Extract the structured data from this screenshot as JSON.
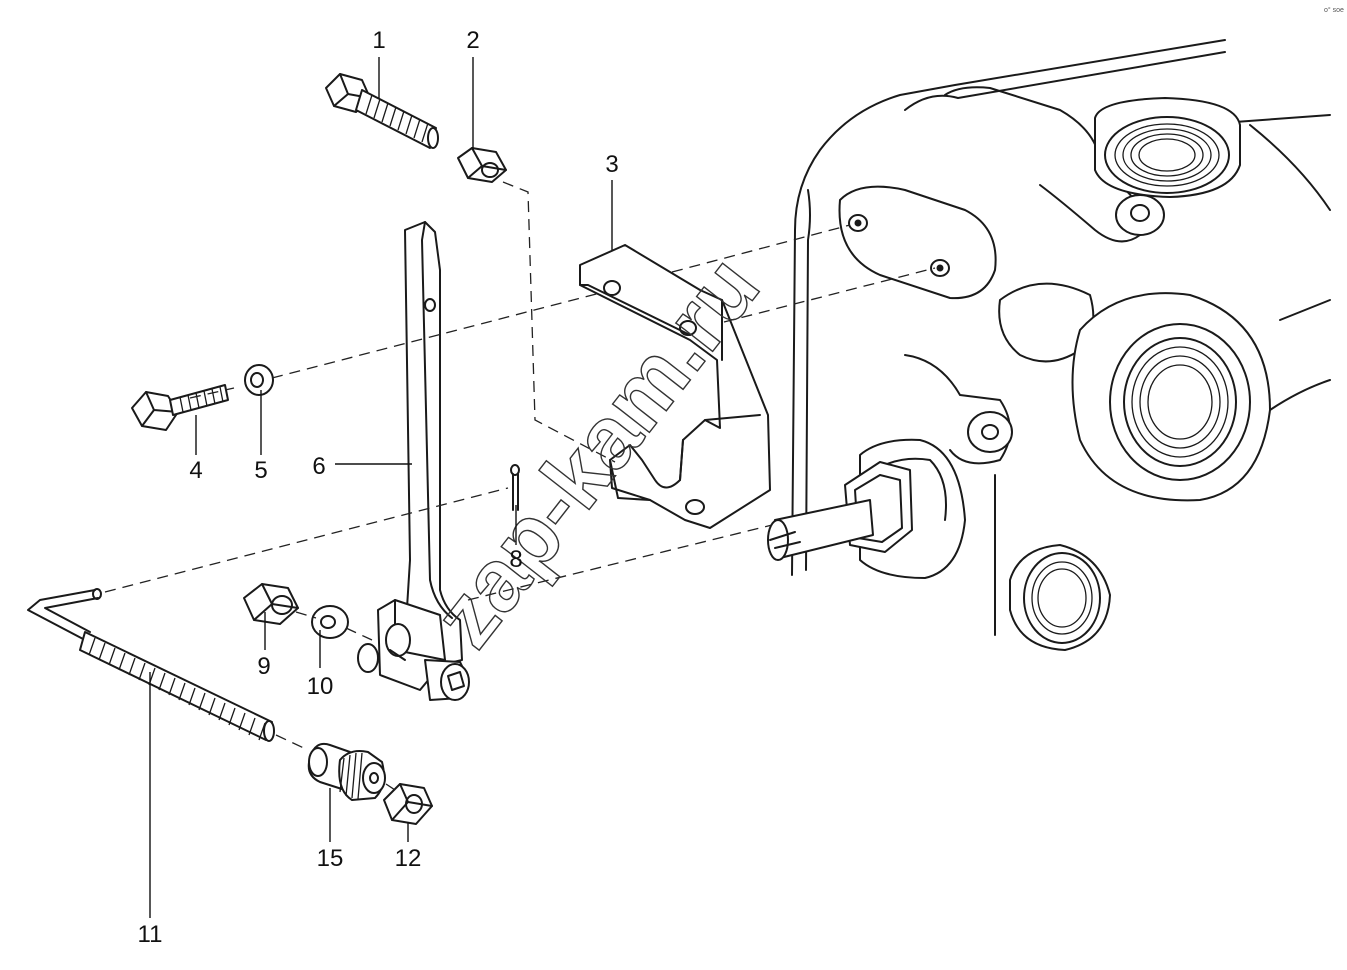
{
  "corner_mark": "o° soe",
  "watermark": "zap-kam.ru",
  "callouts": [
    "1",
    "2",
    "3",
    "4",
    "5",
    "6",
    "8",
    "9",
    "10",
    "11",
    "12",
    "15"
  ]
}
